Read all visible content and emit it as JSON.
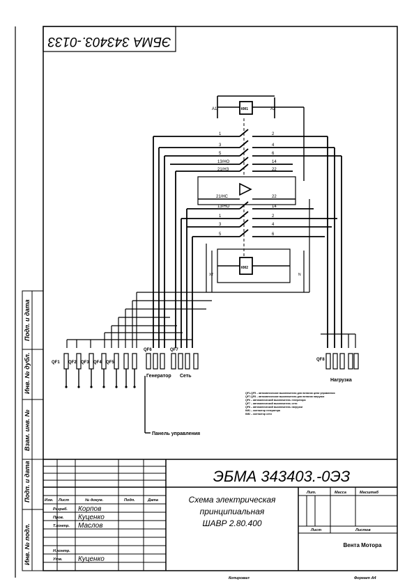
{
  "doc_code": "ЭБМА 343403.-0ЭЗ",
  "doc_code_mirrored": "ЭБМА 343403.-0133",
  "title_lines": [
    "Схема электрическая",
    "принципиальная",
    "ШАВР 2.80.400"
  ],
  "company": "Вента Мотора",
  "format": "Формат А4",
  "copied": "Копировал",
  "side_labels": [
    "Подп. и дата",
    "Инв. № дубл.",
    "Взам. инв. №",
    "Подп. и дата",
    "Инв. № подл."
  ],
  "stamp_headers": [
    "Изм.",
    "Лист",
    "№ докум.",
    "Подп.",
    "Дата"
  ],
  "stamp_roles": [
    "Разраб.",
    "Пров.",
    "Т.контр.",
    "",
    "Н.контр.",
    "Утв."
  ],
  "stamp_names": [
    "Корпов",
    "Куценко",
    "Маслов",
    "",
    "",
    "Куценко"
  ],
  "stamp_right_headers": [
    "Лит.",
    "Масса",
    "Масштаб"
  ],
  "sheet_label": "Лист",
  "sheets_label": "Листов",
  "breaker_labels": [
    "QF1",
    "QF2",
    "QF3",
    "QF4",
    "QF5",
    "QF6",
    "QF7",
    "QF8"
  ],
  "group_labels": {
    "generator": "Генератор",
    "grid": "Сеть",
    "load": "Нагрузка",
    "panel": "Панель управления"
  },
  "relays": {
    "top": "КМ1",
    "bottom": "КМ2",
    "a1": "А1",
    "a2": "А2"
  },
  "terminal_labels": {
    "top": [
      "1",
      "2",
      "3",
      "4",
      "5",
      "6",
      "13/НО",
      "14",
      "21/НЗ",
      "22"
    ],
    "mid": [
      "21/НС",
      "22",
      "13/НО",
      "14"
    ],
    "bottom": [
      "1",
      "2",
      "3",
      "4",
      "5",
      "6"
    ]
  },
  "small_labels": [
    "XT",
    "N"
  ],
  "legend_lines": [
    "QF1-QF5 – автоматические выключатели для питания цепи управления",
    "QF7-QF8 – автоматические выключатели для питания нагрузки",
    "QF6 – автоматический выключатель генератора",
    "QF7 – автоматический выключатель сети",
    "QF8 – автоматический выключатель нагрузки",
    "КМ1 – контактор генератора",
    "КМ2 – контактор сети"
  ]
}
